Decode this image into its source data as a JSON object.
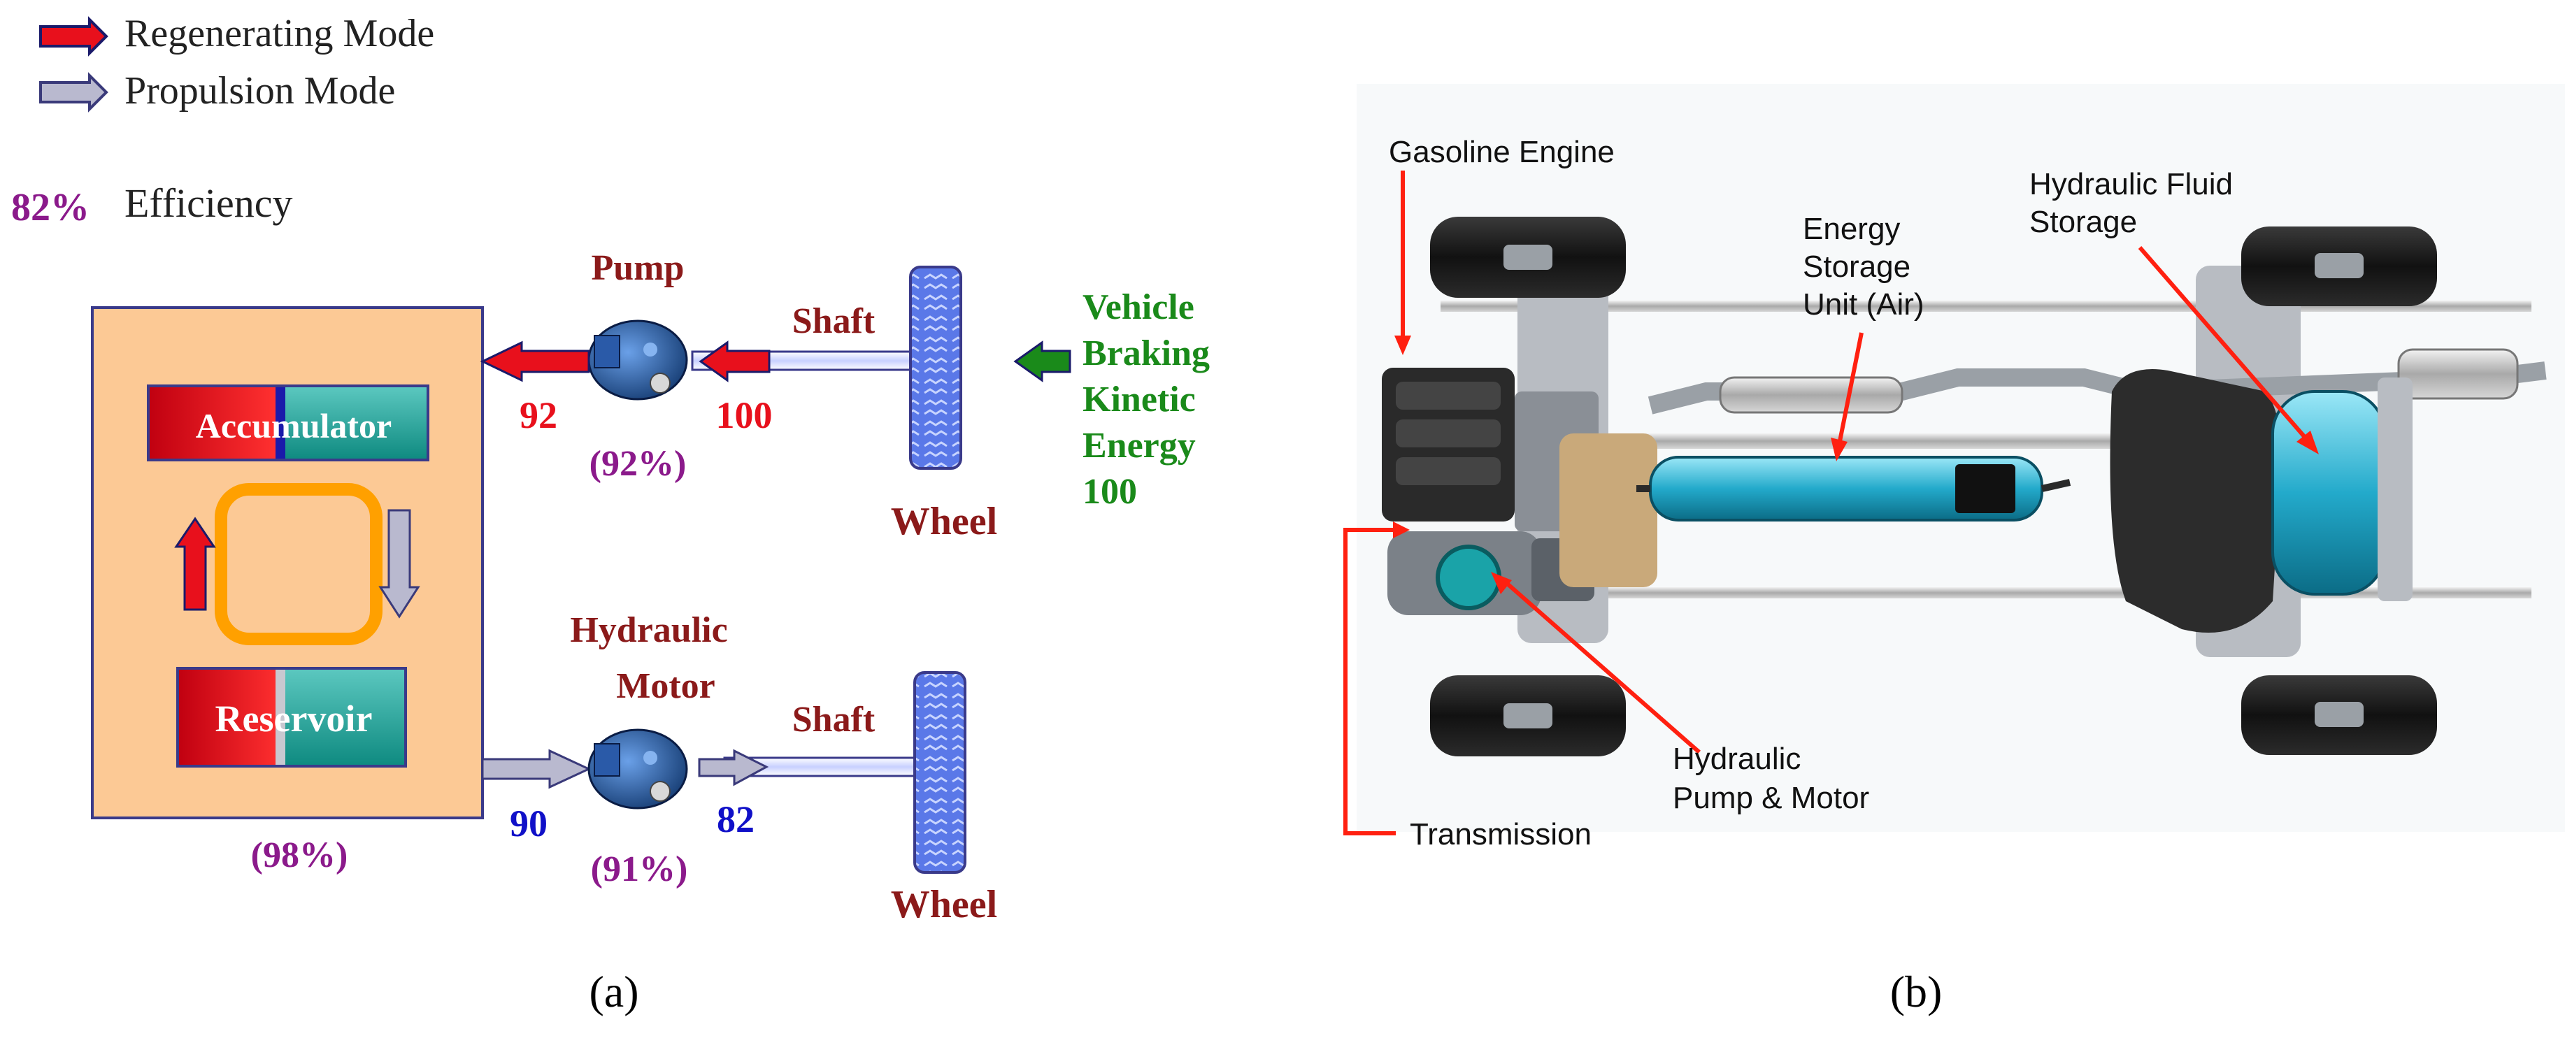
{
  "legend": {
    "regen_label": "Regenerating Mode",
    "propulsion_label": "Propulsion Mode",
    "efficiency_value": "82%",
    "efficiency_label": "Efficiency",
    "colors": {
      "regen": "#e8101c",
      "propulsion": "#b9b9cf",
      "efficiency": "#8b1a8b"
    }
  },
  "panel_a": {
    "caption": "(a)",
    "accumulator_label": "Accumulator",
    "reservoir_label": "Reservoir",
    "storage_efficiency": "(98%)",
    "pump": {
      "label": "Pump",
      "efficiency": "(92%)",
      "in_value": "100",
      "out_value": "92"
    },
    "motor": {
      "label_line1": "Hydraulic",
      "label_line2": "Motor",
      "efficiency": "(91%)",
      "in_value": "90",
      "out_value": "82"
    },
    "shaft_top_label": "Shaft",
    "shaft_bottom_label": "Shaft",
    "wheel_top_label": "Wheel",
    "wheel_bottom_label": "Wheel",
    "braking": {
      "line1": "Vehicle",
      "line2": "Braking",
      "line3": "Kinetic",
      "line4": "Energy",
      "value": "100"
    },
    "colors": {
      "box": "#fcc995",
      "label": "#8b1a1a",
      "regen_value": "#e8101c",
      "prop_value": "#1010c8",
      "eff": "#8b1a8b",
      "braking": "#1a8a1a",
      "loop": "#ffa000"
    }
  },
  "panel_b": {
    "caption": "(b)",
    "labels": {
      "engine": "Gasoline Engine",
      "energy_storage_l1": "Energy",
      "energy_storage_l2": "Storage",
      "energy_storage_l3": "Unit (Air)",
      "fluid_l1": "Hydraulic Fluid",
      "fluid_l2": "Storage",
      "pump_motor_l1": "Hydraulic",
      "pump_motor_l2": "Pump & Motor",
      "transmission": "Transmission"
    },
    "colors": {
      "leader": "#ff2010",
      "tank": "#29b6d6"
    }
  }
}
